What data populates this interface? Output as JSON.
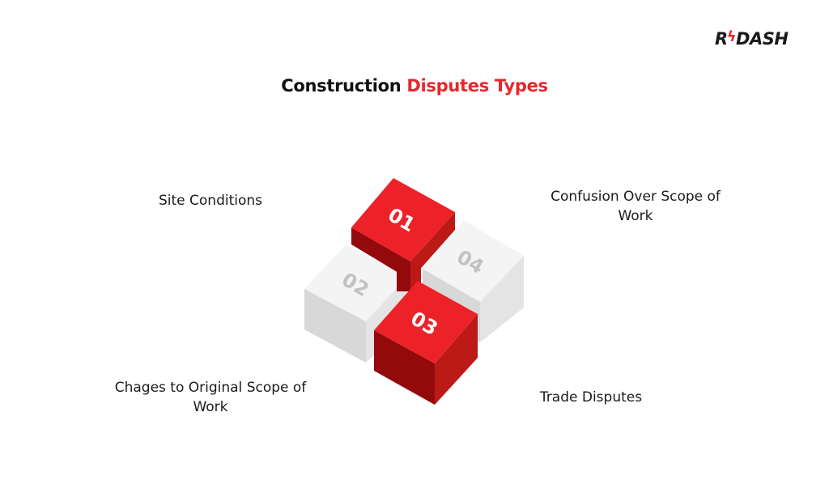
{
  "brand": {
    "logo_prefix": "R",
    "logo_bolt": "ϟ",
    "logo_suffix": "DASH"
  },
  "header": {
    "title_part1": "Construction",
    "title_part2": "Disputes Types"
  },
  "colors": {
    "accent": "#e8262b",
    "red_top": "#ed2229",
    "red_left": "#940a0c",
    "red_right": "#bb1a17",
    "grey_top": "#f4f4f4",
    "grey_left": "#d8d8d8",
    "grey_right": "#e4e4e4",
    "grey_num": "#c2c2c2"
  },
  "items": [
    {
      "number": "01",
      "label": "Site Conditions",
      "style": "red"
    },
    {
      "number": "02",
      "label": "Chages to Original Scope of Work",
      "style": "grey"
    },
    {
      "number": "03",
      "label": "Trade Disputes",
      "style": "red"
    },
    {
      "number": "04",
      "label": "Confusion Over Scope of Work",
      "style": "grey"
    }
  ]
}
